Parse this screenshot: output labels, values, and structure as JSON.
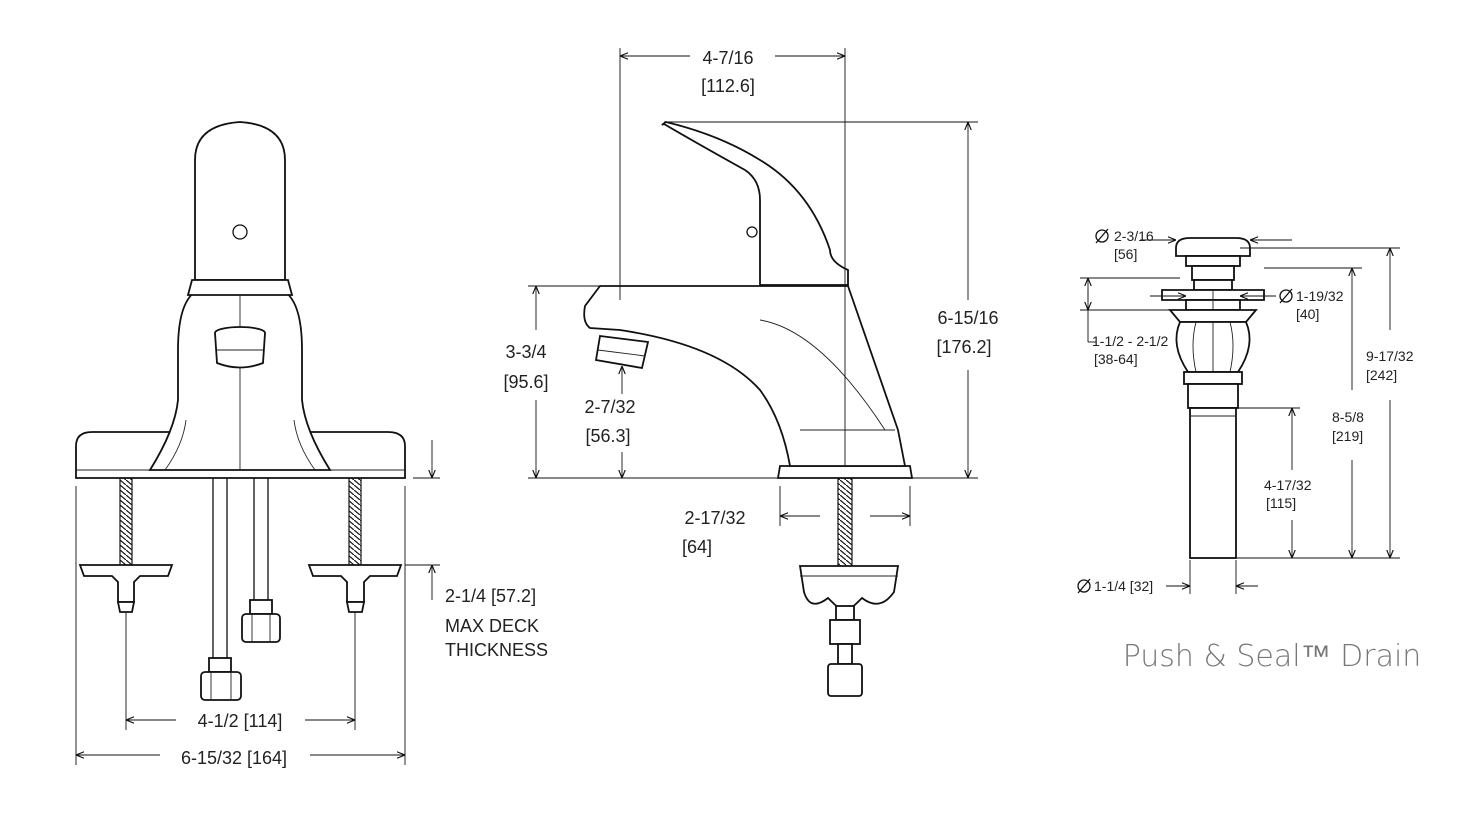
{
  "front_view": {
    "max_deck": "2-1/4 [57.2]",
    "max_deck_line2": "MAX DECK",
    "max_deck_line3": "THICKNESS",
    "hole_spacing": "4-1/2  [114]",
    "overall_width": "6-15/32  [164]"
  },
  "side_view": {
    "depth": "4-7/16",
    "depth_mm": "[112.6]",
    "height": "6-15/16",
    "height_mm": "[176.2]",
    "spout_height": "3-3/4",
    "spout_height_mm": "[95.6]",
    "aerator_height": "2-7/32",
    "aerator_height_mm": "[56.3]",
    "base_width": "2-17/32",
    "base_width_mm": "[64]"
  },
  "drain_view": {
    "cap_dia": "2-3/16",
    "cap_dia_mm": "[56]",
    "body_dia": "1-19/32",
    "body_dia_mm": "[40]",
    "adjust_range": "1-1/2 - 2-1/2",
    "adjust_range_mm": "[38-64]",
    "overall": "9-17/32",
    "overall_mm": "[242]",
    "mid": "8-5/8",
    "mid_mm": "[219]",
    "tail": "4-17/32",
    "tail_mm": "[115]",
    "tail_dia": "1-1/4 [32]",
    "caption": "Push & Seal™ Drain"
  }
}
